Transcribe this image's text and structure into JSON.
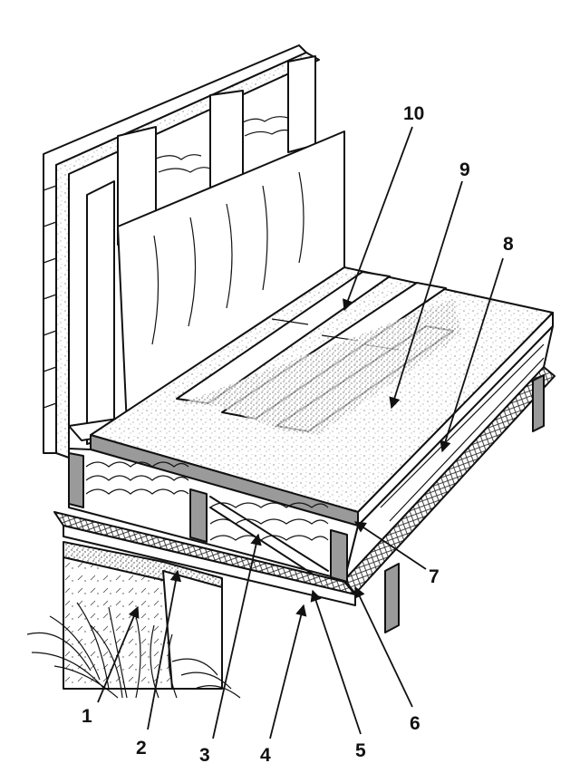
{
  "callouts": [
    {
      "id": "1",
      "label": "1"
    },
    {
      "id": "2",
      "label": "2"
    },
    {
      "id": "3",
      "label": "3"
    },
    {
      "id": "4",
      "label": "4"
    },
    {
      "id": "5",
      "label": "5"
    },
    {
      "id": "6",
      "label": "6"
    },
    {
      "id": "7",
      "label": "7"
    },
    {
      "id": "8",
      "label": "8"
    },
    {
      "id": "9",
      "label": "9"
    },
    {
      "id": "10",
      "label": "10"
    }
  ],
  "colors": {
    "ink": "#111111",
    "background": "#ffffff",
    "section_fill": "#9a9a9a",
    "speckle": "#555555"
  }
}
